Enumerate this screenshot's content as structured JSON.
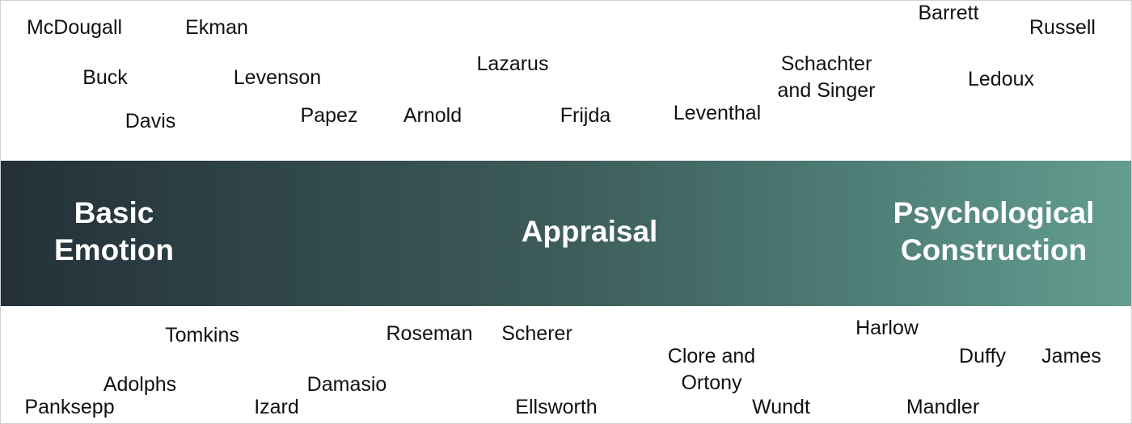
{
  "categories": {
    "basic": [
      "Basic",
      "Emotion"
    ],
    "appraisal": [
      "Appraisal"
    ],
    "construction": [
      "Psychological",
      "Construction"
    ]
  },
  "theorists_above": {
    "mcdougall": "McDougall",
    "ekman": "Ekman",
    "buck": "Buck",
    "levenson": "Levenson",
    "davis": "Davis",
    "papez": "Papez",
    "arnold": "Arnold",
    "lazarus": "Lazarus",
    "frijda": "Frijda",
    "leventhal": "Leventhal",
    "schachter": [
      "Schachter",
      "and Singer"
    ],
    "barrett": "Barrett",
    "russell": "Russell",
    "ledoux": "Ledoux"
  },
  "theorists_below": {
    "tomkins": "Tomkins",
    "roseman": "Roseman",
    "scherer": "Scherer",
    "harlow": "Harlow",
    "clore": [
      "Clore and",
      "Ortony"
    ],
    "duffy": "Duffy",
    "james": "James",
    "adolphs": "Adolphs",
    "damasio": "Damasio",
    "panksepp": "Panksepp",
    "izard": "Izard",
    "ellsworth": "Ellsworth",
    "wundt": "Wundt",
    "mandler": "Mandler"
  },
  "colors": {
    "band_left": "#243038",
    "band_right": "#639d90",
    "category_text": "#ffffff",
    "name_text": "#111111"
  }
}
